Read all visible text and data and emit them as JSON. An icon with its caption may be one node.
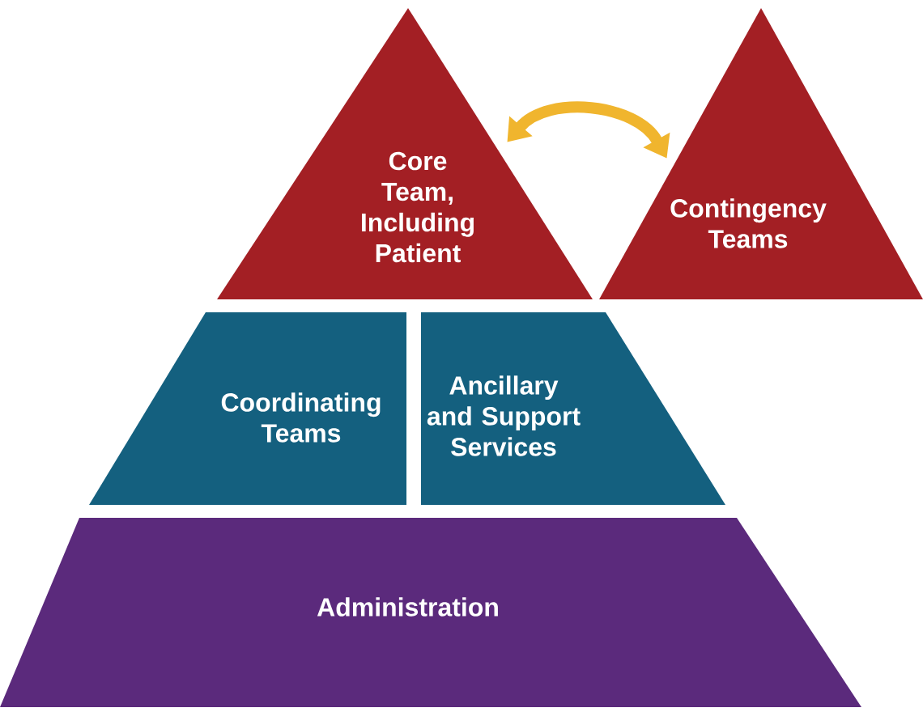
{
  "diagram": {
    "nodes": [
      {
        "text": [
          "Core Team, Including Patient"
        ]
      },
      {
        "text": [
          "Contingency Teams"
        ]
      },
      {
        "text": [
          "Coordinating Teams"
        ]
      },
      {
        "text": [
          "Ancillary and Support Services"
        ]
      },
      {
        "text": [
          "Administration"
        ]
      }
    ],
    "edges": [
      {
        "from": 0,
        "to": 1,
        "arrow": "both"
      }
    ]
  }
}
